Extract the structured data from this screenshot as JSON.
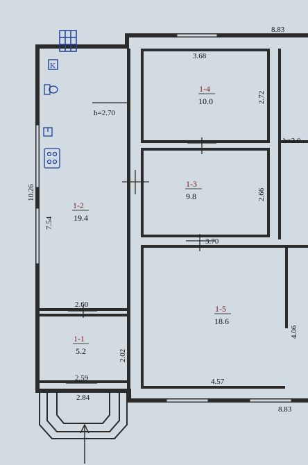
{
  "plan": {
    "background_color": "#d3dbe2",
    "wall_color": "#2b2b2b",
    "icon_color": "#1e3f9a",
    "room_id_color": "#7a1f24",
    "rooms": [
      {
        "id": "1-1",
        "area": "5.2"
      },
      {
        "id": "1-2",
        "area": "19.4"
      },
      {
        "id": "1-3",
        "area": "9.8"
      },
      {
        "id": "1-4",
        "area": "10.0"
      },
      {
        "id": "1-5",
        "area": "18.6"
      }
    ],
    "dimensions": {
      "top_total": "8.83",
      "bottom_total": "8.83",
      "left_total": "10.26",
      "hall_inner_height": "7.54",
      "room_1_4_width": "3.68",
      "room_1_4_height": "2.72",
      "room_1_3_height": "2.66",
      "room_1_3_width": "3.70",
      "room_1_5_height": "4.06",
      "room_1_5_width": "4.57",
      "room_1_1_top_width": "2.60",
      "room_1_1_bottom_width": "2.59",
      "room_1_1_height": "2.02",
      "porch_width": "2.84"
    },
    "ceiling_heights": {
      "left": "h=2.70",
      "right": "h=3.0"
    },
    "icon_letters": {
      "stove_marker": "K"
    }
  }
}
